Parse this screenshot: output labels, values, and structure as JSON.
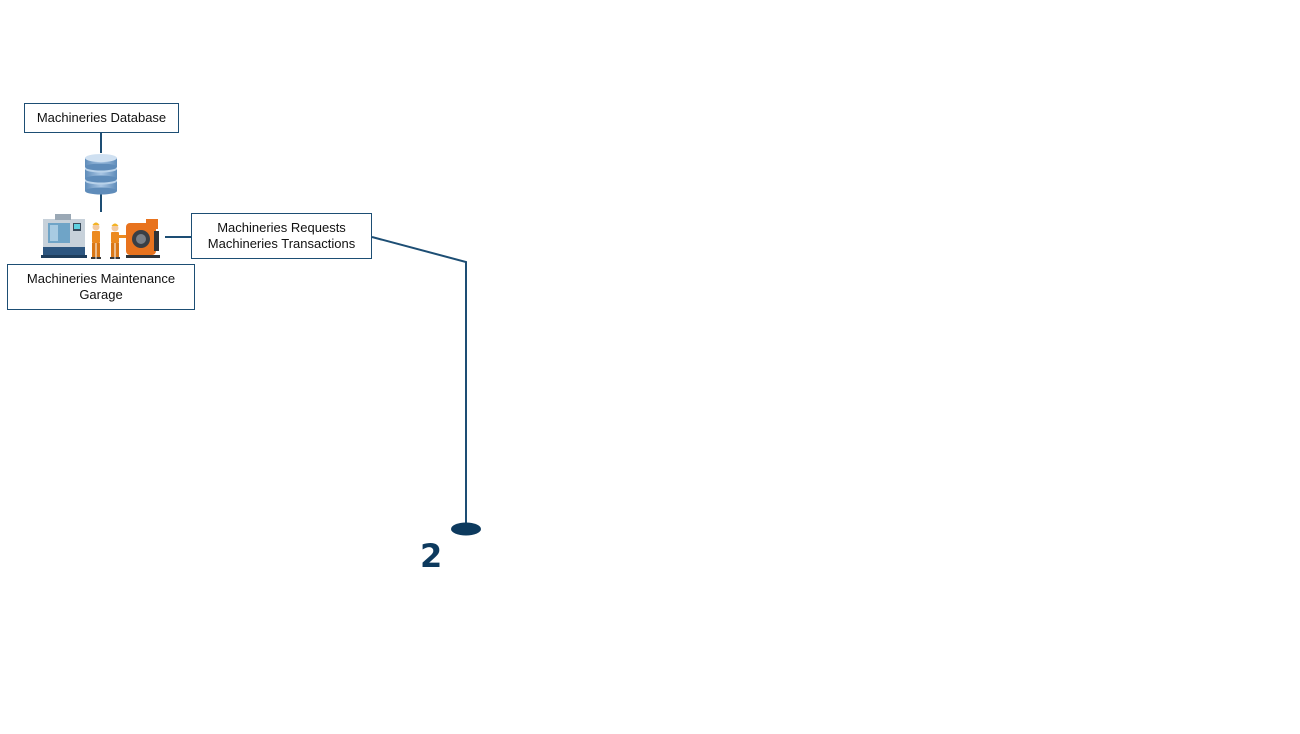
{
  "nodes": {
    "database": {
      "label": "Machineries Database"
    },
    "requests": {
      "lines": [
        "Machineries Requests",
        "Machineries Transactions"
      ]
    },
    "garage": {
      "lines": [
        "Machineries Maintenance",
        "Garage"
      ]
    }
  },
  "step": {
    "number": "2"
  },
  "icons": {
    "database": "database-icon",
    "garage": "machinery-workers-icon"
  },
  "colors": {
    "line": "#1d4e74",
    "accent": "#0d3a5e",
    "db_blue": "#7fa7cf",
    "machine_orange": "#e8731e"
  }
}
